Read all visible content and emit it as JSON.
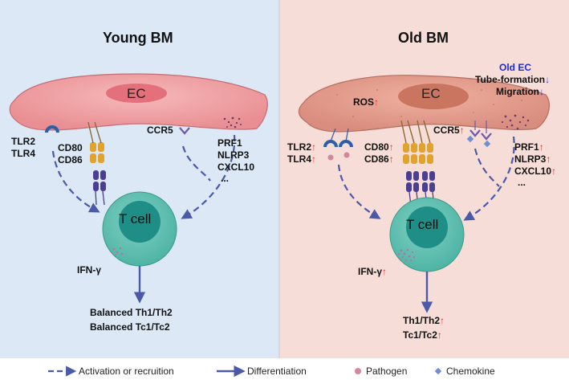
{
  "panels": {
    "young": {
      "title": "Young BM",
      "ec_label": "EC",
      "receptor_left": [
        "TLR2",
        "TLR4"
      ],
      "costim": [
        "CD80",
        "CD86"
      ],
      "ccr": "CCR5",
      "factors": [
        "PRF1",
        "NLRP3",
        "CXCL10",
        "..."
      ],
      "tcell_label": "T cell",
      "cytokine": "IFN-γ",
      "outcome": [
        "Balanced Th1/Th2",
        "Balanced Tc1/Tc2"
      ]
    },
    "old": {
      "title": "Old BM",
      "ec_label": "EC",
      "ros": "ROS",
      "old_ec_title": "Old EC",
      "old_ec_items": [
        "Tube-formation",
        "Migration"
      ],
      "receptor_left": [
        "TLR2",
        "TLR4"
      ],
      "costim": [
        "CD80",
        "CD86"
      ],
      "ccr": "CCR5",
      "factors": [
        "PRF1",
        "NLRP3",
        "CXCL10",
        "..."
      ],
      "tcell_label": "T cell",
      "cytokine": "IFN-γ",
      "outcome": [
        "Th1/Th2",
        "Tc1/Tc2"
      ]
    }
  },
  "arrows": {
    "up": "↑",
    "down": "↓"
  },
  "legend": {
    "activation": "Activation or recruition",
    "differentiation": "Differentiation",
    "pathogen": "Pathogen",
    "chemokine": "Chemokine"
  },
  "colors": {
    "young_bg": "#dce8f6",
    "old_bg": "#f7ddd7",
    "arrow": "#4a5aa8",
    "ec_young": "#f0a7a9",
    "ec_old": "#e6a497",
    "tcell_outer": "#67c2b4",
    "tcell_inner": "#1f8e86"
  }
}
